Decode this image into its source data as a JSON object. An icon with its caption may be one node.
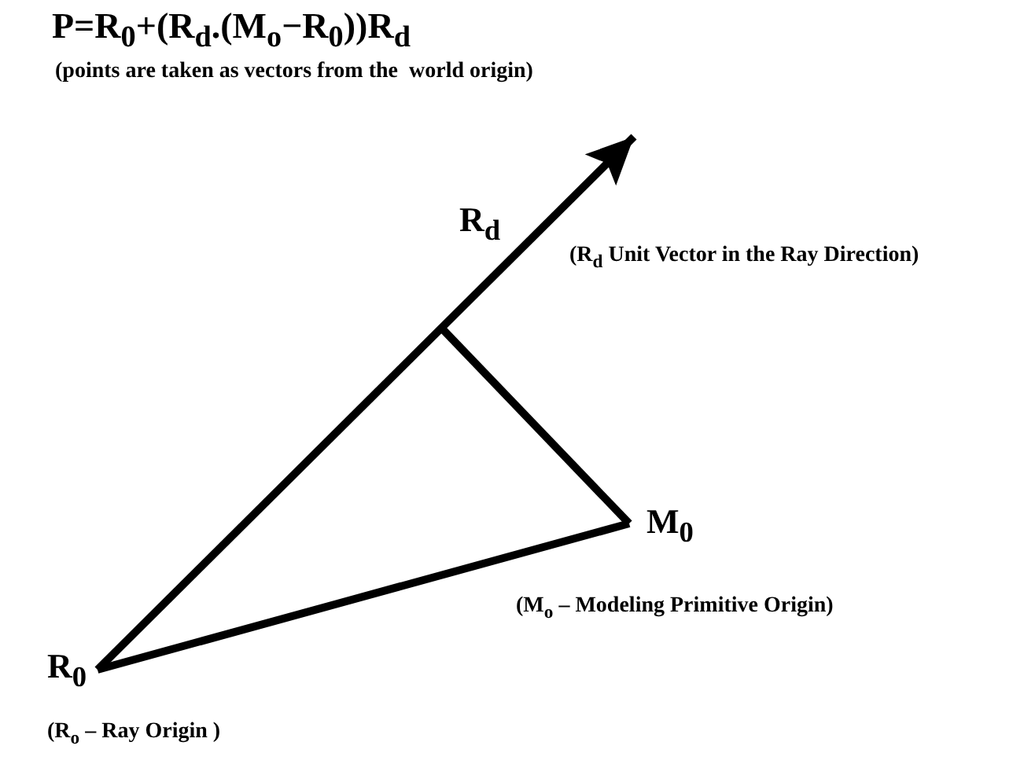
{
  "diagram": {
    "title": "P=R$_{0}$+(R$_{d}$.(M$_{o}$−R$_{0}$))R$_{d}$",
    "nodes": [
      {
        "text": [
          "R$_{0}$"
        ],
        "beside": [
          "(R$_{o}$ – Ray Origin )"
        ]
      },
      {
        "text": [
          "M$_{0}$"
        ],
        "beside": [
          "(M$_{o}$ – Modeling Primitive Origin)"
        ]
      }
    ],
    "edges": [
      {
        "from": 0,
        "to": null,
        "arrow": "to",
        "label": "R$_{d}$"
      },
      {
        "from": 0,
        "to": 1,
        "arrow": "none"
      },
      {
        "from": 1,
        "to": null,
        "arrow": "none"
      }
    ],
    "labels": [
      "(points are taken as vectors from the  world origin)",
      "(R$_{d}$ Unit Vector in the Ray Direction)"
    ]
  }
}
